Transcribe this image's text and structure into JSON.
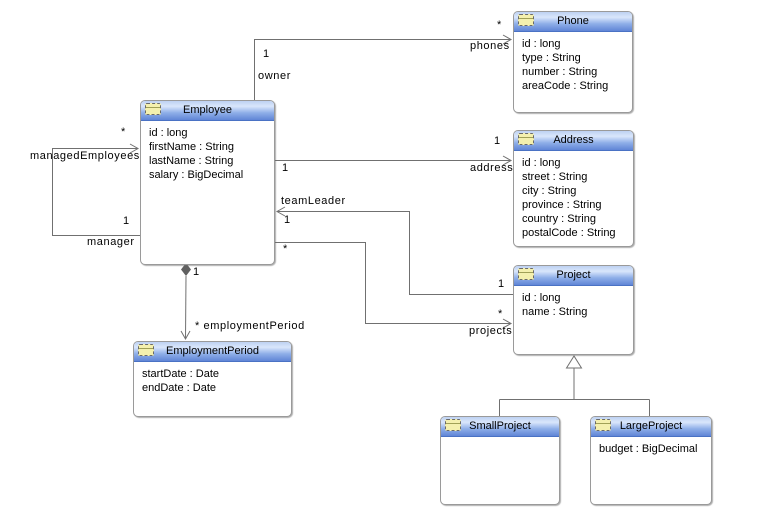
{
  "diagram": {
    "classes": [
      {
        "name": "Phone",
        "attributes": [
          "id : long",
          "type : String",
          "number : String",
          "areaCode : String"
        ]
      },
      {
        "name": "Employee",
        "attributes": [
          "id : long",
          "firstName : String",
          "lastName : String",
          "salary : BigDecimal"
        ]
      },
      {
        "name": "Address",
        "attributes": [
          "id : long",
          "street : String",
          "city : String",
          "province : String",
          "country : String",
          "postalCode : String"
        ]
      },
      {
        "name": "Project",
        "attributes": [
          "id : long",
          "name : String"
        ]
      },
      {
        "name": "EmploymentPeriod",
        "attributes": [
          "startDate : Date",
          "endDate : Date"
        ]
      },
      {
        "name": "SmallProject",
        "attributes": []
      },
      {
        "name": "LargeProject",
        "attributes": [
          "budget : BigDecimal"
        ]
      }
    ],
    "associations": {
      "phones": {
        "source_multiplicity": "1",
        "source_role": "owner",
        "target_multiplicity": "*",
        "target_role": "phones"
      },
      "address": {
        "source_multiplicity": "1",
        "target_multiplicity": "1",
        "target_role": "address"
      },
      "manager": {
        "source_multiplicity": "1",
        "source_role": "manager",
        "target_multiplicity": "*",
        "target_role": "managedEmployees"
      },
      "teamLeader": {
        "role": "teamLeader",
        "employee_multiplicity": "1",
        "project_multiplicity": "1"
      },
      "projects": {
        "source_multiplicity": "*",
        "target_multiplicity": "*",
        "target_role": "projects"
      },
      "employmentPeriod": {
        "source_multiplicity": "1",
        "target_label": "* employmentPeriod"
      }
    },
    "colors": {
      "header_gradient_top": "#bdd1f2",
      "header_gradient_bottom": "#6085d6",
      "class_icon_fill": "#f4f0ae",
      "connector_line": "#707070",
      "box_border": "#9a9a9a"
    }
  }
}
